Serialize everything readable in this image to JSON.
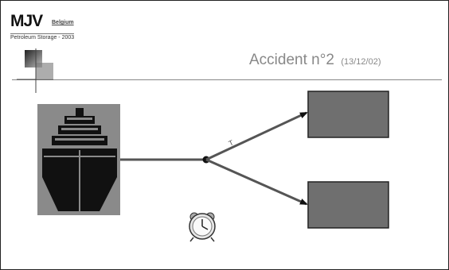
{
  "logo": {
    "main": "MJV",
    "sub": "Belgium",
    "tagline": "Petroleum Storage - 2003"
  },
  "title": {
    "main": "Accident n°2",
    "date": "(13/12/02)"
  },
  "arrow_label": "T",
  "icons": {
    "ship": "ship-icon",
    "clock": "clock-icon"
  },
  "colors": {
    "box_fill": "#6f6f6f",
    "ship_bg": "#8a8a8a",
    "arrow": "#555555",
    "text_gray": "#888888"
  }
}
